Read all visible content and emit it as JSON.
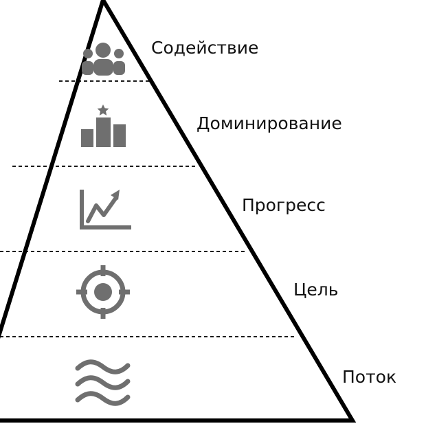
{
  "diagram": {
    "levels": [
      {
        "label": "Содействие",
        "icon": "group-of-people-icon"
      },
      {
        "label": "Доминирование",
        "icon": "podium-star-icon"
      },
      {
        "label": "Прогресс",
        "icon": "growth-chart-icon"
      },
      {
        "label": "Цель",
        "icon": "target-crosshair-icon"
      },
      {
        "label": "Поток",
        "icon": "waves-icon"
      }
    ]
  },
  "colors": {
    "outline": "#000000",
    "icon": "#6f6f6f",
    "text": "#111111",
    "background": "#ffffff"
  }
}
